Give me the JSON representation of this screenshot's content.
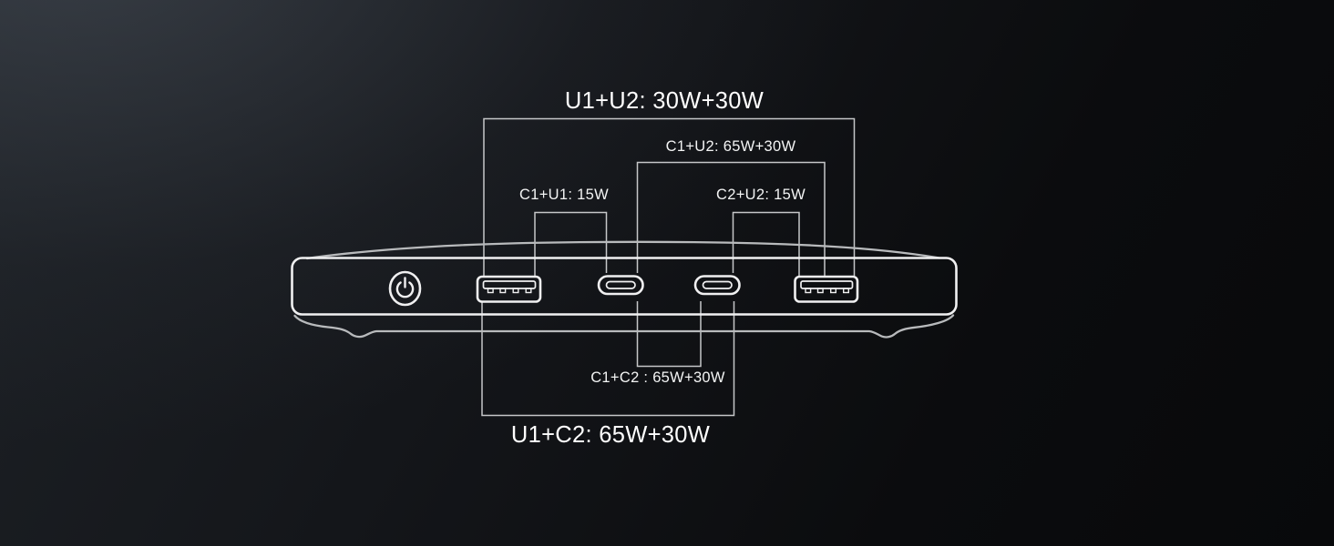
{
  "diagram": {
    "labels": {
      "u1_u2": "U1+U2: 30W+30W",
      "c1_u2": "C1+U2: 65W+30W",
      "c1_u1": "C1+U1: 15W",
      "c2_u2": "C2+U2: 15W",
      "c1_c2": "C1+C2 : 65W+30W",
      "u1_c2": "U1+C2: 65W+30W"
    },
    "icons": {
      "power": "power-icon",
      "u1": "usb-a-port-icon",
      "c1": "usb-c-port-icon",
      "c2": "usb-c-port-icon",
      "u2": "usb-a-port-icon"
    },
    "colors": {
      "background": "#0b0c0e",
      "glow": "#3a4046",
      "line": "#c6c7c9",
      "text": "#ffffff",
      "device": "#f0f0f1",
      "device_dim": "#b8babc"
    }
  }
}
